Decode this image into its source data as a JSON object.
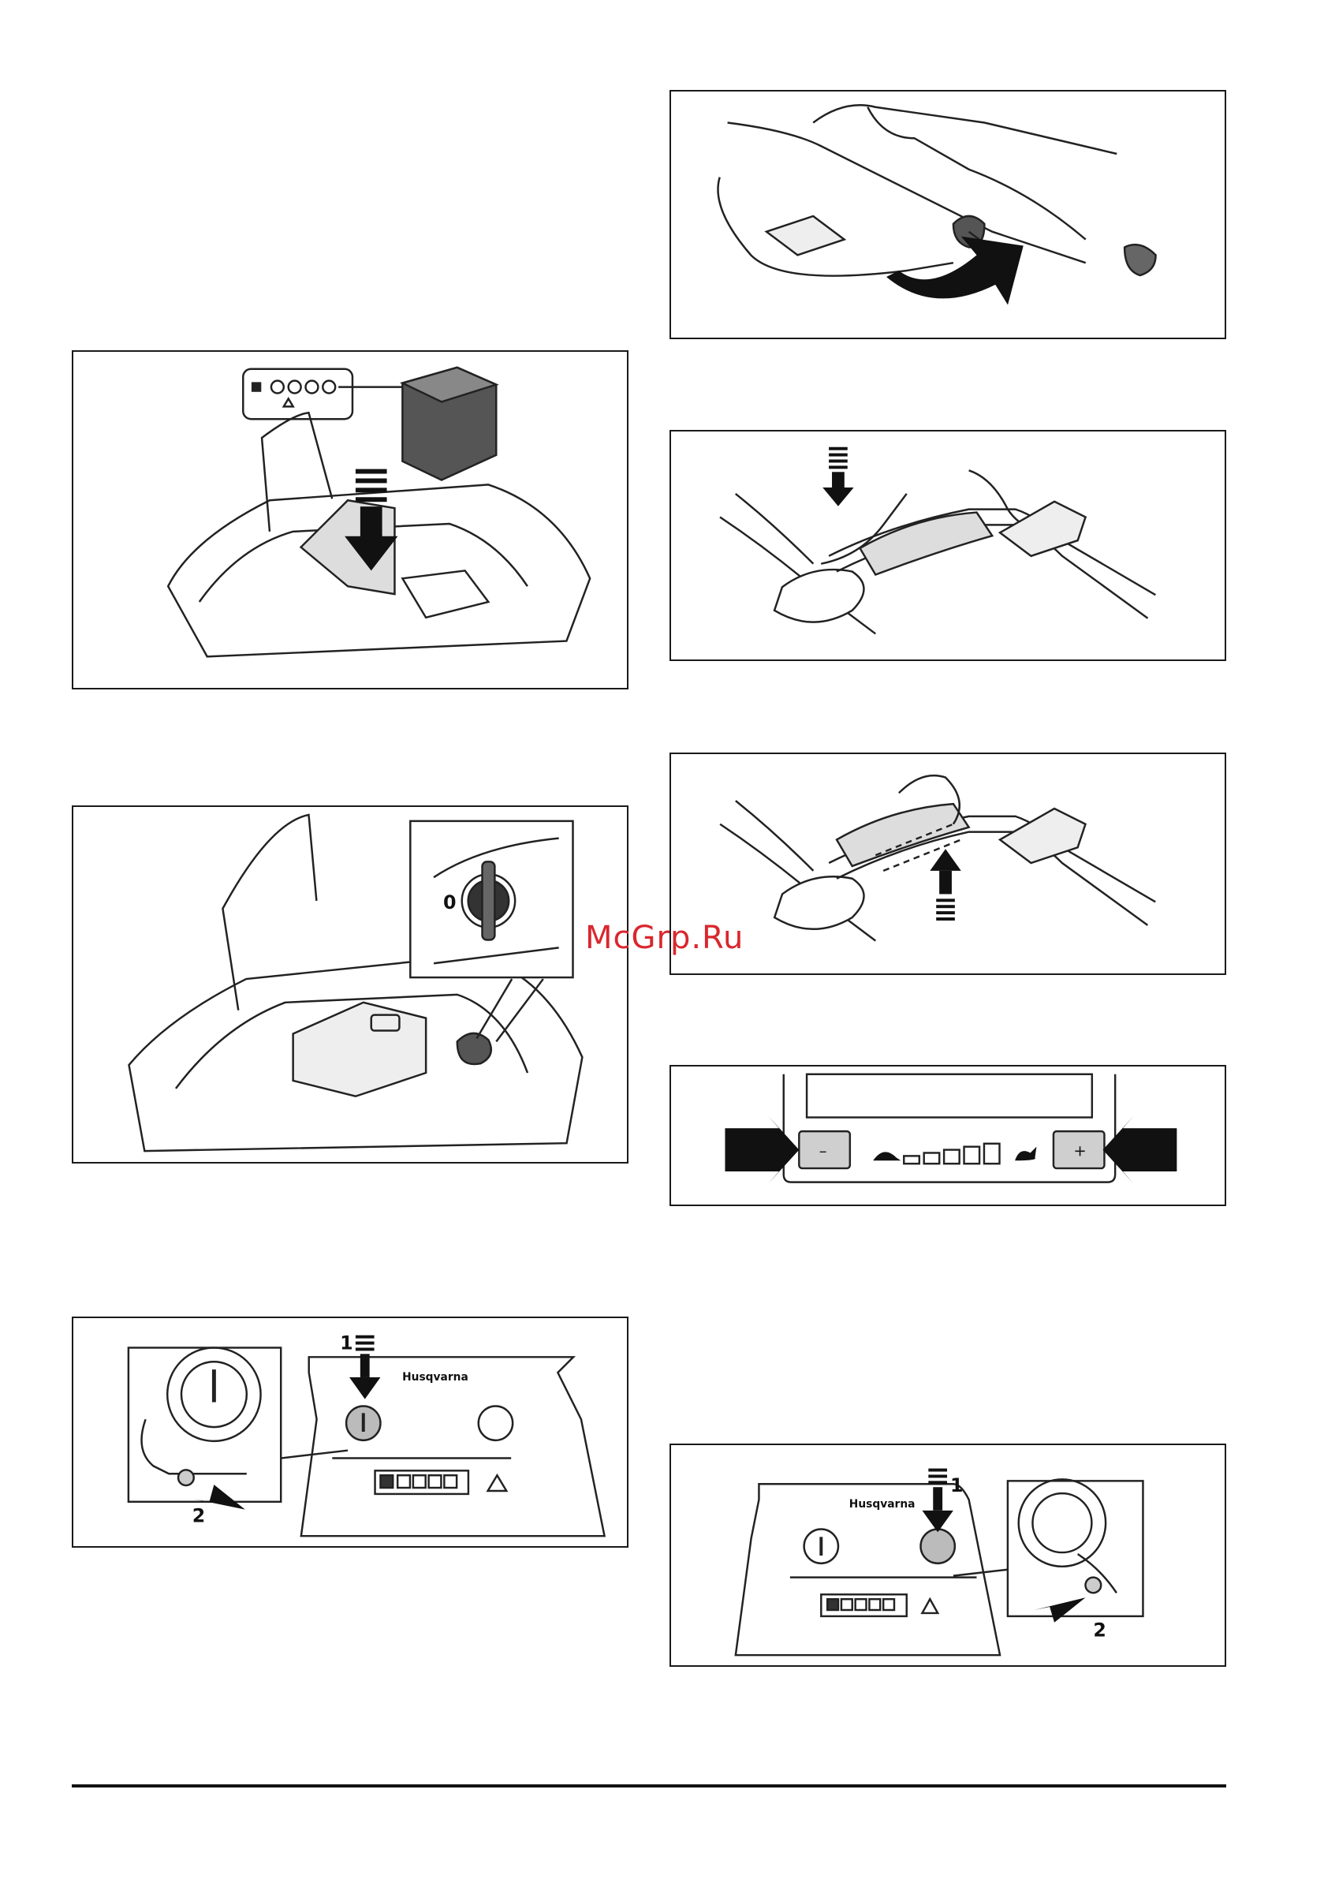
{
  "watermark": "McGrp.Ru",
  "figures": {
    "battery_insert": {
      "icon": "battery-insert-icon"
    },
    "key_insert": {
      "key_label": "0",
      "icon": "safety-key-icon"
    },
    "power_button": {
      "brand": "Husqvarna",
      "callout_1": "1",
      "callout_2": "2",
      "icon": "power-button-icon"
    },
    "handle_fold": {
      "icon": "handle-adjust-icon"
    },
    "handle_press": {
      "icon": "press-down-icon"
    },
    "handle_release": {
      "icon": "lift-up-icon"
    },
    "speed_panel": {
      "minus": "–",
      "plus": "+",
      "icon": "speed-control-icon"
    },
    "eco_button": {
      "brand": "Husqvarna",
      "callout_1": "1",
      "callout_2": "2",
      "icon": "eco-button-icon"
    }
  }
}
